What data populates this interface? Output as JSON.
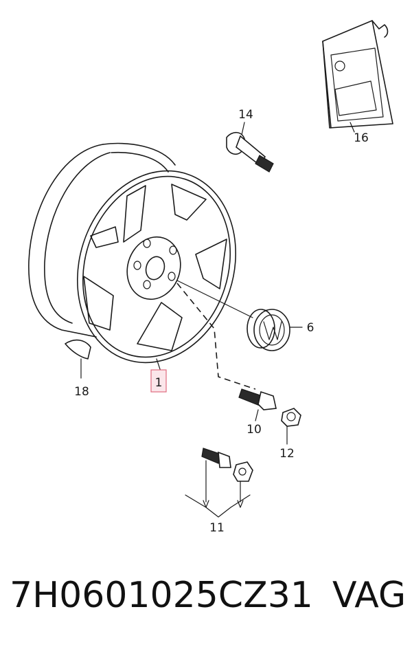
{
  "diagram": {
    "callouts": {
      "wheel": "1",
      "center_cap": "6",
      "bolt": "10",
      "bolt_set": "11",
      "nut": "12",
      "valve": "14",
      "package": "16",
      "weight": "18"
    },
    "highlight_color": "#e06a7e",
    "icons": [
      "wheel-rim-icon",
      "valve-stem-icon",
      "center-cap-icon",
      "wheel-bolt-icon",
      "wheel-nut-icon",
      "accessory-package-icon",
      "balance-weight-icon"
    ]
  },
  "footer": {
    "part_number": "7H0601025CZ31",
    "brand": "VAG"
  }
}
